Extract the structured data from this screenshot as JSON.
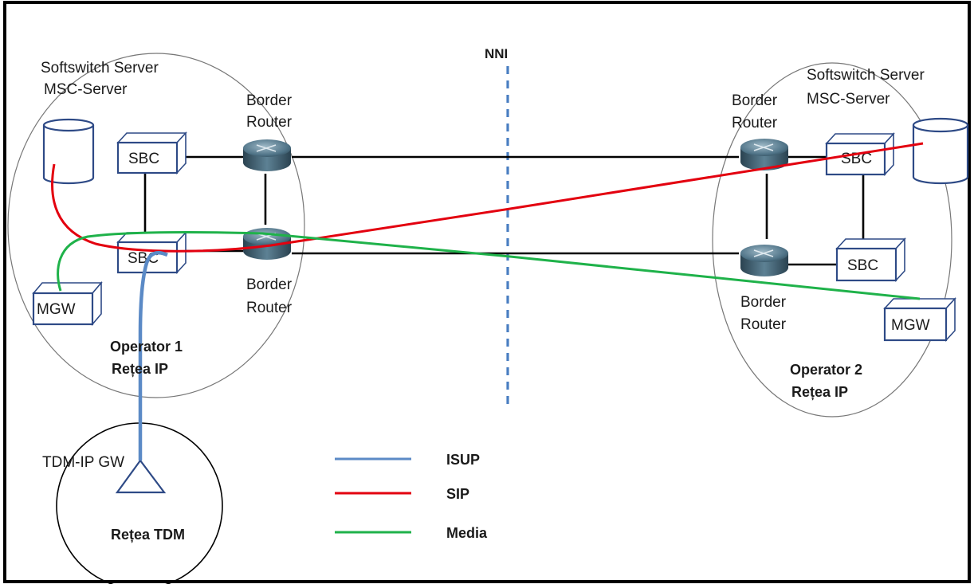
{
  "nni_label": "NNI",
  "operator1": {
    "server_label_1": "Softswitch Server",
    "server_label_2": "MSC-Server",
    "top_router_label_1": "Border",
    "top_router_label_2": "Router",
    "bottom_router_label_1": "Border",
    "bottom_router_label_2": "Router",
    "sbc_top": "SBC",
    "sbc_bottom": "SBC",
    "mgw": "MGW",
    "name_1": "Operator 1",
    "name_2": "Rețea IP"
  },
  "operator2": {
    "server_label_1": "Softswitch Server",
    "server_label_2": "MSC-Server",
    "top_router_label_1": "Border",
    "top_router_label_2": "Router",
    "bottom_router_label_1": "Border",
    "bottom_router_label_2": "Router",
    "sbc_top": "SBC",
    "sbc_bottom": "SBC",
    "mgw": "MGW",
    "name_1": "Operator 2",
    "name_2": "Rețea IP"
  },
  "tdm": {
    "gateway_label": "TDM-IP GW",
    "network_label": "Rețea TDM"
  },
  "legend": [
    {
      "label": "ISUP",
      "color": "#5b8ac6"
    },
    {
      "label": "SIP",
      "color": "#e3000f"
    },
    {
      "label": "Media",
      "color": "#1fb24a"
    }
  ],
  "colors": {
    "isup": "#5b8ac6",
    "sip": "#e3000f",
    "media": "#1fb24a",
    "nni_line": "#4a7ec2",
    "device_outline": "#2e4a86"
  }
}
